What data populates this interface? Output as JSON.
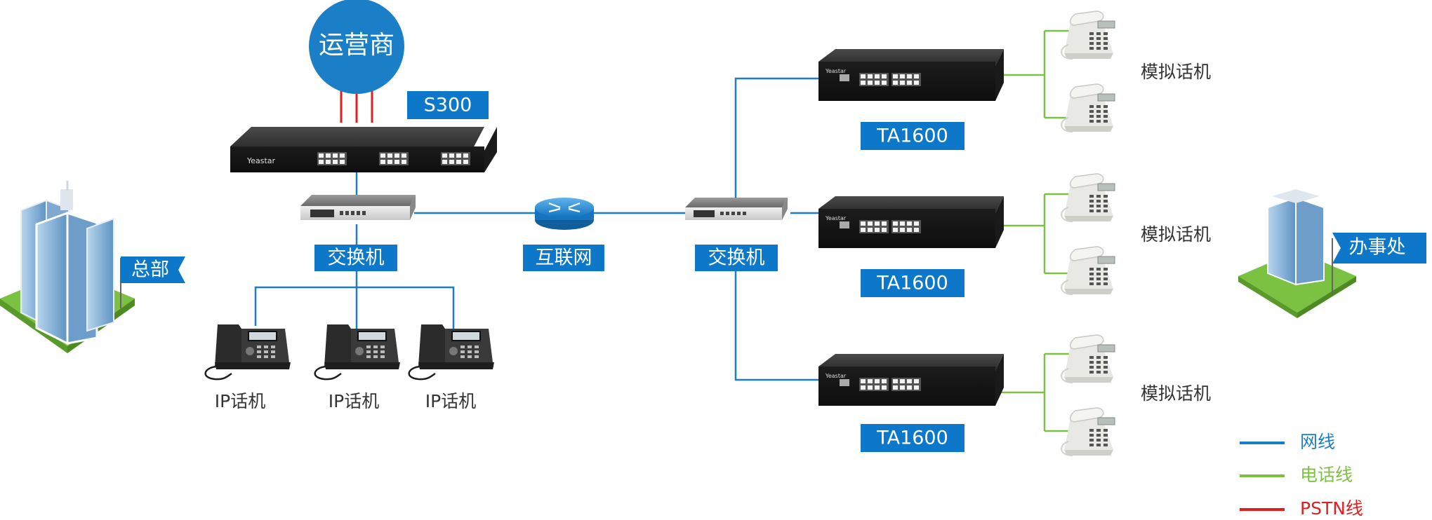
{
  "labels": {
    "carrier": "运营商",
    "pbx_model": "S300",
    "switch_left": "交换机",
    "internet": "互联网",
    "switch_right": "交换机",
    "headquarters": "总部",
    "branch_office": "办事处",
    "ip_phone": "IP话机",
    "gateway_model": "TA1600",
    "analog_phone": "模拟话机",
    "brand": "Yeastar"
  },
  "legend": [
    {
      "label": "网线",
      "color": "#1b7fc7"
    },
    {
      "label": "电话线",
      "color": "#7cc242"
    },
    {
      "label": "PSTN线",
      "color": "#e02020"
    }
  ],
  "colors": {
    "network_line": "#1b7fc7",
    "phone_line": "#7cc242",
    "pstn_line": "#e02020",
    "label_box": "#0d78c9",
    "device_body": "#2a2a2a"
  },
  "icons": [
    "building-icon",
    "router-icon",
    "switch-icon",
    "ip-phone-icon",
    "analog-phone-icon",
    "gateway-icon",
    "pbx-icon"
  ]
}
